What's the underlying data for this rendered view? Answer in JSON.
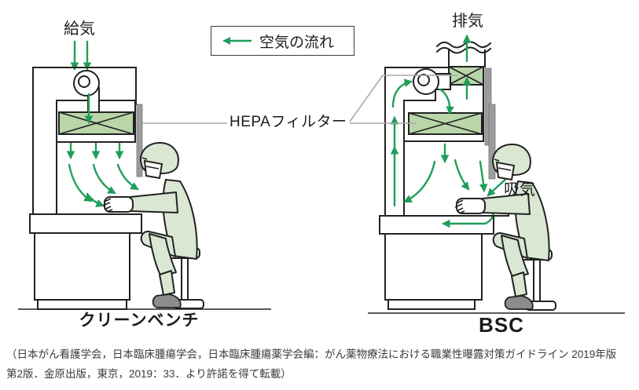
{
  "figure_type": "airflow-comparison-diagram",
  "legend": {
    "label": "空気の流れ"
  },
  "panels": {
    "clean_bench": {
      "title": "クリーンベンチ",
      "air_supply_label": "給気"
    },
    "bsc": {
      "title": "BSC",
      "exhaust_label": "排気",
      "intake_label": "吸気"
    }
  },
  "shared_labels": {
    "hepa_filter": "HEPAフィルター"
  },
  "citation": {
    "line1": "（日本がん看護学会，日本臨床腫瘍学会，日本臨床腫瘍薬学会編：がん薬物療法における職業性曝露対策ガイドライン 2019年版",
    "line2": "第2版．金原出版，東京，2019：33．より許諾を得て転載）"
  },
  "colors": {
    "arrow_green": "#1f9e5a",
    "filter_green": "#b9d6a9",
    "gown_green": "#d9e7d3",
    "sash_gray": "#9c9c9c",
    "leader_gray": "#a9a9a9",
    "outline": "#222222"
  }
}
